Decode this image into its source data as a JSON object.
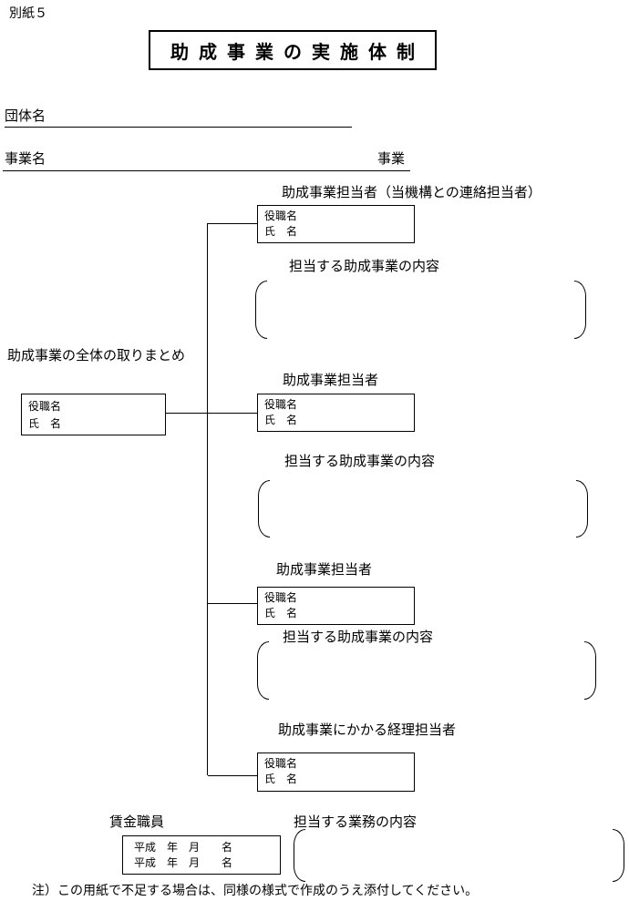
{
  "page": {
    "attachment_label": "別紙５",
    "title": "助成事業の実施体制",
    "note": "注）この用紙で不足する場合は、同様の様式で作成のうえ添付してください。"
  },
  "header_fields": {
    "org_label": "団体名",
    "project_label": "事業名",
    "project_suffix": "事業"
  },
  "coordinator": {
    "label": "助成事業の全体の取りまとめ"
  },
  "box_labels": {
    "position": "役職名",
    "name": "氏　名"
  },
  "sections": [
    {
      "heading": "助成事業担当者（当機構との連絡担当者）",
      "content_label": "担当する助成事業の内容"
    },
    {
      "heading": "助成事業担当者",
      "content_label": "担当する助成事業の内容"
    },
    {
      "heading": "助成事業担当者",
      "content_label": "担当する助成事業の内容"
    },
    {
      "heading": "助成事業にかかる経理担当者"
    }
  ],
  "wage_staff": {
    "label": "賃金職員",
    "row1": "平成　年　月　　名",
    "row2": "平成　年　月　　名",
    "content_label": "担当する業務の内容"
  }
}
